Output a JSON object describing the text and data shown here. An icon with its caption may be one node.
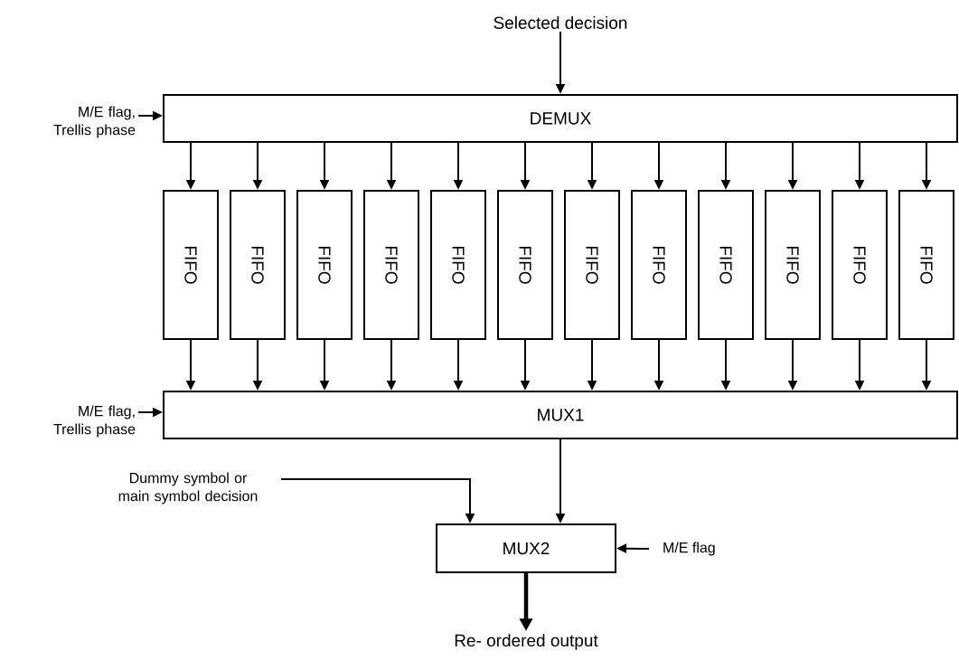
{
  "diagram": {
    "nodes": [
      {
        "text": [
          "DEMUX"
        ]
      },
      {
        "text": [
          "FIFO"
        ]
      },
      {
        "text": [
          "FIFO"
        ]
      },
      {
        "text": [
          "FIFO"
        ]
      },
      {
        "text": [
          "FIFO"
        ]
      },
      {
        "text": [
          "FIFO"
        ]
      },
      {
        "text": [
          "FIFO"
        ]
      },
      {
        "text": [
          "FIFO"
        ]
      },
      {
        "text": [
          "FIFO"
        ]
      },
      {
        "text": [
          "FIFO"
        ]
      },
      {
        "text": [
          "FIFO"
        ]
      },
      {
        "text": [
          "FIFO"
        ]
      },
      {
        "text": [
          "FIFO"
        ]
      },
      {
        "text": [
          "MUX1"
        ]
      },
      {
        "text": [
          "MUX2"
        ]
      },
      {
        "text": [
          "Selected decision"
        ]
      },
      {
        "text": [
          "M/E flag, Trellis phase"
        ]
      },
      {
        "text": [
          "M/E flag, Trellis phase"
        ]
      },
      {
        "text": [
          "Dummy symbol or main symbol decision"
        ]
      },
      {
        "text": [
          "M/E flag"
        ]
      },
      {
        "text": [
          "Re- ordered output"
        ]
      }
    ],
    "edges": [
      {
        "from": 15,
        "to": 0,
        "arrow": "to"
      },
      {
        "from": 16,
        "to": 0,
        "arrow": "to"
      },
      {
        "from": 0,
        "to": 1,
        "arrow": "to"
      },
      {
        "from": 0,
        "to": 2,
        "arrow": "to"
      },
      {
        "from": 0,
        "to": 3,
        "arrow": "to"
      },
      {
        "from": 0,
        "to": 4,
        "arrow": "to"
      },
      {
        "from": 0,
        "to": 5,
        "arrow": "to"
      },
      {
        "from": 0,
        "to": 6,
        "arrow": "to"
      },
      {
        "from": 0,
        "to": 7,
        "arrow": "to"
      },
      {
        "from": 0,
        "to": 8,
        "arrow": "to"
      },
      {
        "from": 0,
        "to": 9,
        "arrow": "to"
      },
      {
        "from": 0,
        "to": 10,
        "arrow": "to"
      },
      {
        "from": 0,
        "to": 11,
        "arrow": "to"
      },
      {
        "from": 0,
        "to": 12,
        "arrow": "to"
      },
      {
        "from": 1,
        "to": 13,
        "arrow": "to"
      },
      {
        "from": 2,
        "to": 13,
        "arrow": "to"
      },
      {
        "from": 3,
        "to": 13,
        "arrow": "to"
      },
      {
        "from": 4,
        "to": 13,
        "arrow": "to"
      },
      {
        "from": 5,
        "to": 13,
        "arrow": "to"
      },
      {
        "from": 6,
        "to": 13,
        "arrow": "to"
      },
      {
        "from": 7,
        "to": 13,
        "arrow": "to"
      },
      {
        "from": 8,
        "to": 13,
        "arrow": "to"
      },
      {
        "from": 9,
        "to": 13,
        "arrow": "to"
      },
      {
        "from": 10,
        "to": 13,
        "arrow": "to"
      },
      {
        "from": 11,
        "to": 13,
        "arrow": "to"
      },
      {
        "from": 12,
        "to": 13,
        "arrow": "to"
      },
      {
        "from": 17,
        "to": 13,
        "arrow": "to"
      },
      {
        "from": 13,
        "to": 14,
        "arrow": "to"
      },
      {
        "from": 18,
        "to": 14,
        "arrow": "to"
      },
      {
        "from": 19,
        "to": 14,
        "arrow": "to"
      },
      {
        "from": 14,
        "to": 20,
        "arrow": "to",
        "style": "thick"
      }
    ]
  }
}
